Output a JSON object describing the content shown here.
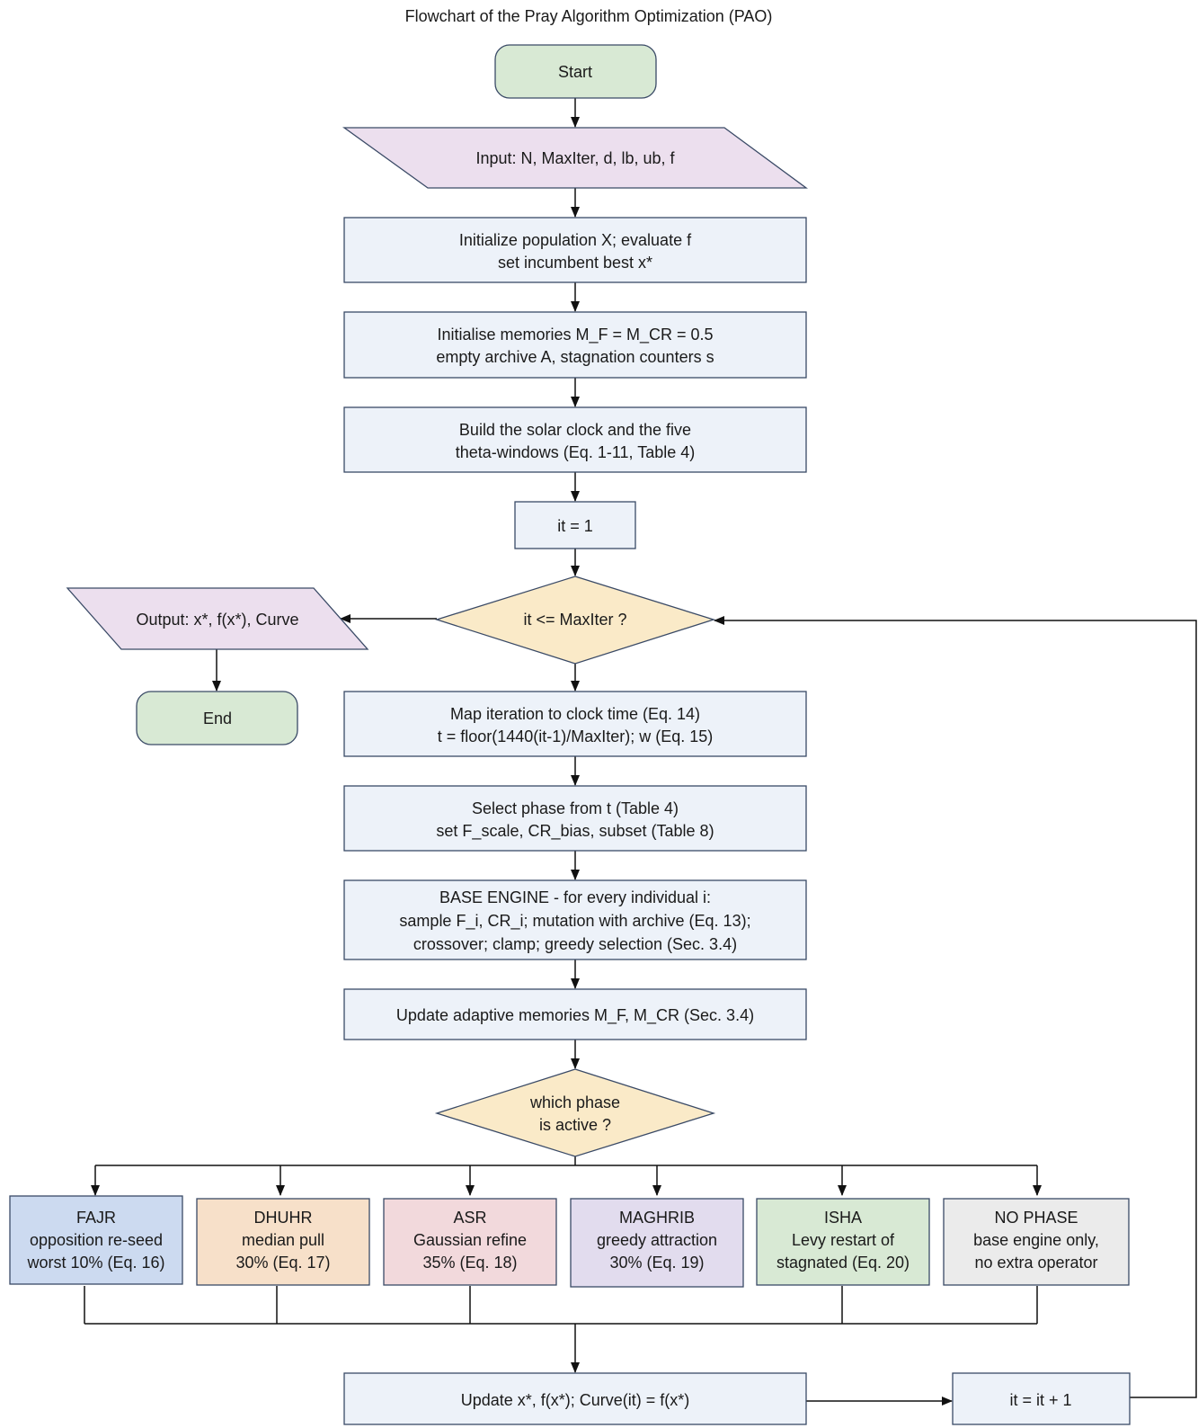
{
  "title": "Flowchart of the Pray Algorithm Optimization (PAO)",
  "nodes": {
    "start": "Start",
    "input": "Input:  N, MaxIter, d, lb, ub, f",
    "init_pop": [
      "Initialize population X; evaluate f",
      "set incumbent best x*"
    ],
    "init_mem": [
      "Initialise memories M_F = M_CR = 0.5",
      "empty archive A, stagnation counters s"
    ],
    "solar": [
      "Build the solar clock and the five",
      "theta-windows  (Eq. 1-11, Table 4)"
    ],
    "it_init": "it = 1",
    "loop_check": "it <= MaxIter ?",
    "output": "Output:  x*, f(x*), Curve",
    "end": "End",
    "map_time": [
      "Map iteration to clock time  (Eq. 14)",
      "t = floor(1440(it-1)/MaxIter);  w  (Eq. 15)"
    ],
    "select_phase": [
      "Select phase from t  (Table 4)",
      "set F_scale, CR_bias, subset  (Table 8)"
    ],
    "base_engine": [
      "BASE ENGINE - for every individual i:",
      "sample F_i, CR_i;  mutation with archive (Eq. 13);",
      "crossover;  clamp;  greedy selection  (Sec. 3.4)"
    ],
    "update_mem": "Update adaptive memories M_F, M_CR  (Sec. 3.4)",
    "which_phase": [
      "which phase",
      "is active ?"
    ],
    "update_best": "Update x*, f(x*);   Curve(it) = f(x*)",
    "increment": "it = it + 1"
  },
  "phases": [
    {
      "name": "FAJR",
      "line2": "opposition re-seed",
      "line3": "worst 10%  (Eq. 16)",
      "color": "#ccdaf0"
    },
    {
      "name": "DHUHR",
      "line2": "median pull",
      "line3": "30%  (Eq. 17)",
      "color": "#f7e0c9"
    },
    {
      "name": "ASR",
      "line2": "Gaussian refine",
      "line3": "35%  (Eq. 18)",
      "color": "#f2d9dc"
    },
    {
      "name": "MAGHRIB",
      "line2": "greedy attraction",
      "line3": "30%  (Eq. 19)",
      "color": "#e2dcee"
    },
    {
      "name": "ISHA",
      "line2": "Levy restart of",
      "line3": "stagnated  (Eq. 20)",
      "color": "#d8e9d4"
    },
    {
      "name": "NO PHASE",
      "line2": "base engine only,",
      "line3": "no extra operator",
      "color": "#ebebeb"
    }
  ]
}
